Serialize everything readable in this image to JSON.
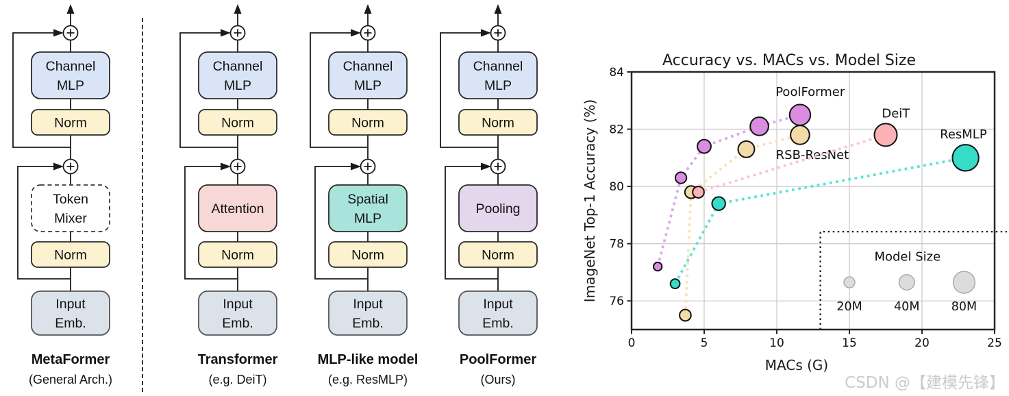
{
  "watermark": "CSDN @【建模先锋】",
  "diagrams": {
    "columns": [
      {
        "caption": "MetaFormer",
        "subtitle": "(General Arch.)",
        "channel_mlp_l1": "Channel",
        "channel_mlp_l2": "MLP",
        "norm_upper": "Norm",
        "norm_lower": "Norm",
        "mixer_l1": "Token",
        "mixer_l2": "Mixer",
        "mixer_fill": "#ffffff",
        "input_l1": "Input",
        "input_l2": "Emb."
      },
      {
        "caption": "Transformer",
        "subtitle": "(e.g. DeiT)",
        "channel_mlp_l1": "Channel",
        "channel_mlp_l2": "MLP",
        "norm_upper": "Norm",
        "norm_lower": "Norm",
        "mixer_l1": "Attention",
        "mixer_fill": "#f8d8d6",
        "input_l1": "Input",
        "input_l2": "Emb."
      },
      {
        "caption": "MLP-like model",
        "subtitle": "(e.g. ResMLP)",
        "channel_mlp_l1": "Channel",
        "channel_mlp_l2": "MLP",
        "norm_upper": "Norm",
        "norm_lower": "Norm",
        "mixer_l1": "Spatial",
        "mixer_l2": "MLP",
        "mixer_fill": "#a9e4dc",
        "input_l1": "Input",
        "input_l2": "Emb."
      },
      {
        "caption": "PoolFormer",
        "subtitle": "(Ours)",
        "channel_mlp_l1": "Channel",
        "channel_mlp_l2": "MLP",
        "norm_upper": "Norm",
        "norm_lower": "Norm",
        "mixer_l1": "Pooling",
        "mixer_fill": "#e4d6ec",
        "input_l1": "Input",
        "input_l2": "Emb."
      }
    ],
    "block_colors": {
      "channel_mlp": "#d9e5f7",
      "norm": "#fdf2cf",
      "input_emb": "#dbe2e9"
    }
  },
  "chart_data": {
    "type": "scatter",
    "title": "Accuracy vs. MACs vs. Model Size",
    "xlabel": "MACs (G)",
    "ylabel": "ImageNet Top-1 Accuracy (%)",
    "xlim": [
      0,
      25
    ],
    "ylim": [
      75,
      84
    ],
    "xticks": [
      "0",
      "5",
      "10",
      "15",
      "20",
      "25"
    ],
    "yticks": [
      "76",
      "78",
      "80",
      "82",
      "84"
    ],
    "grid": true,
    "bubble_size_encodes": "model size (params, M)",
    "series": [
      {
        "name": "RSB-ResNet",
        "color": "#f3dba7",
        "line_color": "#f6e3b8",
        "label_pos": {
          "x": 12.45,
          "y": 81.1
        },
        "points": [
          {
            "macs": 3.7,
            "acc": 75.5,
            "size_m": 22
          },
          {
            "macs": 4.1,
            "acc": 79.8,
            "size_m": 26
          },
          {
            "macs": 7.9,
            "acc": 81.3,
            "size_m": 45
          },
          {
            "macs": 11.6,
            "acc": 81.8,
            "size_m": 60
          }
        ]
      },
      {
        "name": "DeiT",
        "color": "#fcb1b7",
        "line_color": "#ffc4cb",
        "label_pos": {
          "x": 18.2,
          "y": 82.55
        },
        "points": [
          {
            "macs": 4.6,
            "acc": 79.8,
            "size_m": 22
          },
          {
            "macs": 17.5,
            "acc": 81.8,
            "size_m": 86
          }
        ]
      },
      {
        "name": "ResMLP",
        "color": "#35dcc8",
        "line_color": "#5fe3d2",
        "label_pos": {
          "x": 22.85,
          "y": 81.82
        },
        "points": [
          {
            "macs": 3.0,
            "acc": 76.6,
            "size_m": 15
          },
          {
            "macs": 6.0,
            "acc": 79.4,
            "size_m": 30
          },
          {
            "macs": 23.0,
            "acc": 81.0,
            "size_m": 116
          }
        ]
      },
      {
        "name": "PoolFormer",
        "color": "#d98ce0",
        "line_color": "#dcaae6",
        "label_pos": {
          "x": 12.3,
          "y": 83.3
        },
        "points": [
          {
            "macs": 1.8,
            "acc": 77.2,
            "size_m": 12
          },
          {
            "macs": 3.4,
            "acc": 80.3,
            "size_m": 21
          },
          {
            "macs": 5.0,
            "acc": 81.4,
            "size_m": 31
          },
          {
            "macs": 8.8,
            "acc": 82.1,
            "size_m": 56
          },
          {
            "macs": 11.6,
            "acc": 82.5,
            "size_m": 73
          }
        ]
      }
    ],
    "legend": {
      "title": "Model Size",
      "title_pos": {
        "x": 19.0,
        "y": 77.55
      },
      "box": {
        "x_left": 13.0,
        "y_top": 78.42
      },
      "entries": [
        {
          "label": "20M",
          "size_m": 20,
          "x": 15.0,
          "y": 76.65
        },
        {
          "label": "40M",
          "size_m": 40,
          "x": 18.95,
          "y": 76.65
        },
        {
          "label": "80M",
          "size_m": 80,
          "x": 22.9,
          "y": 76.65
        }
      ]
    }
  }
}
